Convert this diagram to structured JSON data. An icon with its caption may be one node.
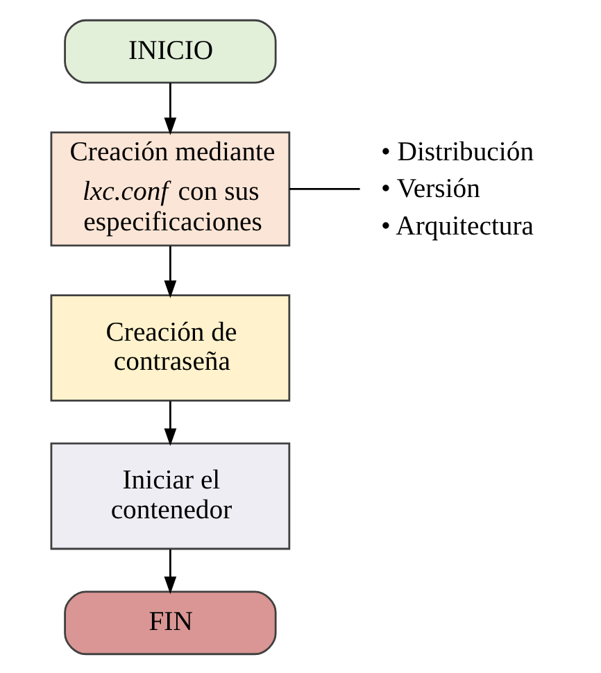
{
  "diagram": {
    "nodes": [
      {
        "text": [
          "INICIO"
        ]
      },
      {
        "text": [
          "Creación mediante *lxc.conf* con sus especificaciones"
        ]
      },
      {
        "text": [
          "Creación de contraseña"
        ]
      },
      {
        "text": [
          "Iniciar el contenedor"
        ]
      },
      {
        "text": [
          "FIN"
        ]
      },
      {
        "text": [
          "• Distribución",
          "• Versión",
          "• Arquitectura"
        ]
      }
    ],
    "edges": [
      {
        "from": 0,
        "to": 1,
        "arrow": "to"
      },
      {
        "from": 1,
        "to": 2,
        "arrow": "to"
      },
      {
        "from": 2,
        "to": 3,
        "arrow": "to"
      },
      {
        "from": 3,
        "to": 4,
        "arrow": "to"
      },
      {
        "from": 5,
        "to": 1,
        "arrow": "none"
      }
    ]
  }
}
